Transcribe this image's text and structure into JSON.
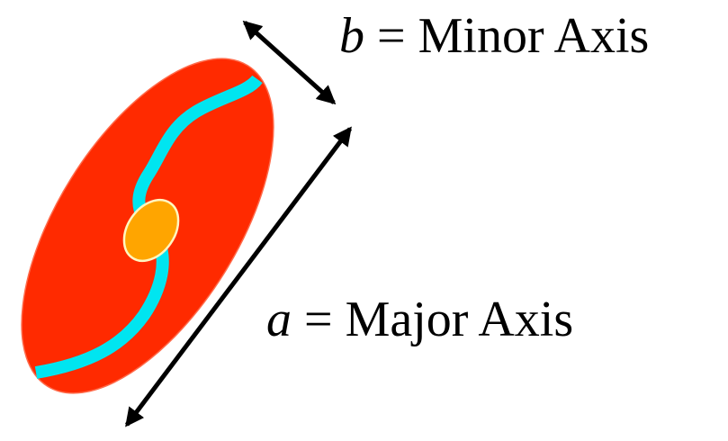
{
  "minor_axis": {
    "symbol": "b",
    "equals": " = ",
    "name": "Minor Axis"
  },
  "major_axis": {
    "symbol": "a",
    "equals": " = ",
    "name": "Major Axis"
  },
  "colors": {
    "galaxy_disk": "#ff2a00",
    "spiral_arms": "#00e5f0",
    "bulge": "#ffa500",
    "bulge_outline": "#fff6c0",
    "arrows": "#000000",
    "background": "#ffffff"
  }
}
